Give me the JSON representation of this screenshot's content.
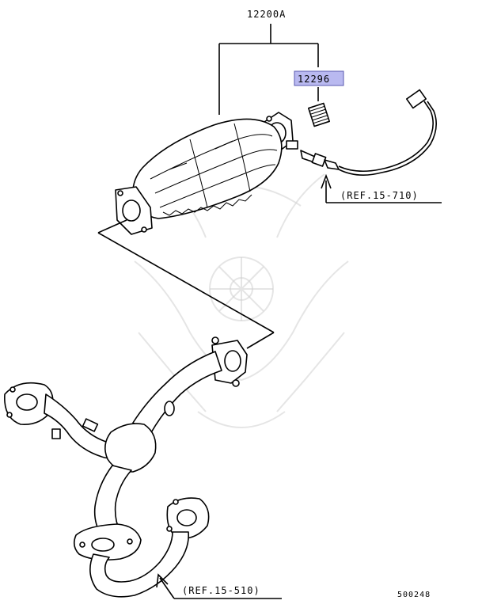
{
  "diagram": {
    "parts": [
      {
        "id": "assembly",
        "label": "12200A",
        "interactable": true
      },
      {
        "id": "stud",
        "label": "12296",
        "highlighted": true,
        "interactable": true
      }
    ],
    "references": [
      {
        "id": "ref-oxygen-sensor",
        "label": "(REF.15-710)"
      },
      {
        "id": "ref-front-pipe",
        "label": "(REF.15-510)"
      }
    ],
    "figure_code": "500248",
    "colors": {
      "highlight": "#b9b9f0",
      "line": "#000000",
      "watermark": "#cfcfcf"
    },
    "icons": [
      "catalytic-converter",
      "stud-bolt",
      "oxygen-sensor",
      "front-exhaust-pipe",
      "watermark-emblem"
    ]
  }
}
